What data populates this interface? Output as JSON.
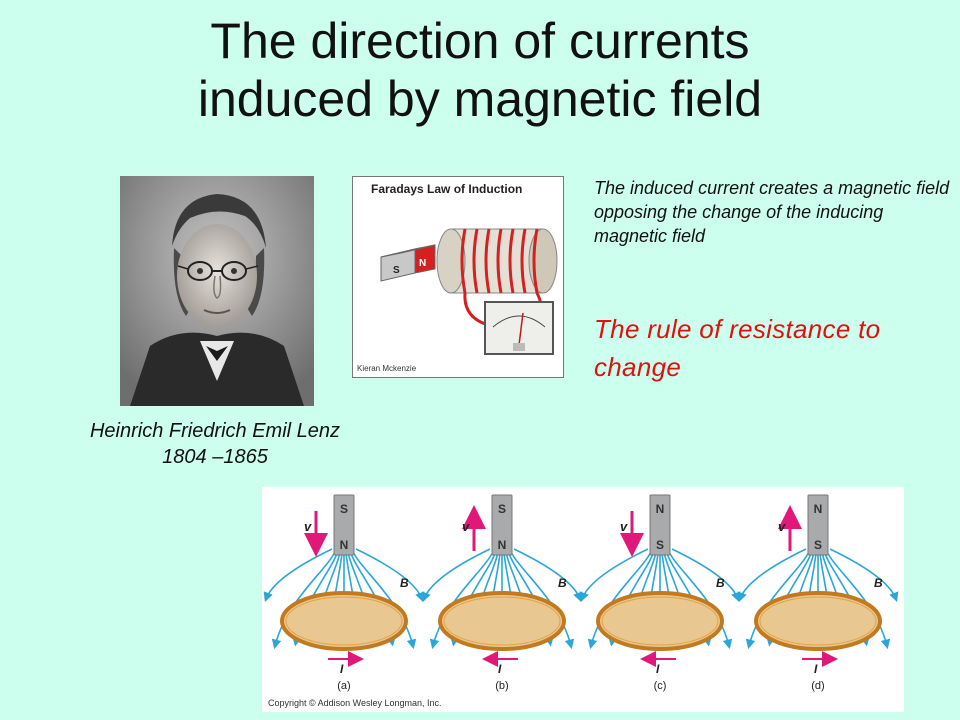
{
  "title": {
    "line1": "The direction of currents",
    "line2": "induced by magnetic field"
  },
  "portrait": {
    "caption_name": "Heinrich Friedrich Emil Lenz",
    "caption_years": "1804 –1865"
  },
  "faraday_image": {
    "title": "Faradays Law of Induction",
    "credit": "Kieran Mckenzie",
    "magnet_s": "S",
    "magnet_n": "N"
  },
  "description": "The induced current creates a magnetic field opposing the change of the inducing magnetic field",
  "rule": "The rule of resistance to change",
  "diagram": {
    "panels": [
      {
        "label": "(a)",
        "top_pole": "S",
        "bottom_pole": "N",
        "v_direction": "down",
        "current_direction": "right"
      },
      {
        "label": "(b)",
        "top_pole": "S",
        "bottom_pole": "N",
        "v_direction": "up",
        "current_direction": "left"
      },
      {
        "label": "(c)",
        "top_pole": "N",
        "bottom_pole": "S",
        "v_direction": "down",
        "current_direction": "left"
      },
      {
        "label": "(d)",
        "top_pole": "N",
        "bottom_pole": "S",
        "v_direction": "up",
        "current_direction": "right"
      }
    ],
    "v_label": "v",
    "b_label": "B",
    "i_label": "I",
    "copyright": "Copyright © Addison Wesley Longman, Inc.",
    "colors": {
      "field_lines": "#2aa6d8",
      "arrows": "#e0187a",
      "magnet": "#a9aaac",
      "loop": "#e8c890"
    }
  }
}
